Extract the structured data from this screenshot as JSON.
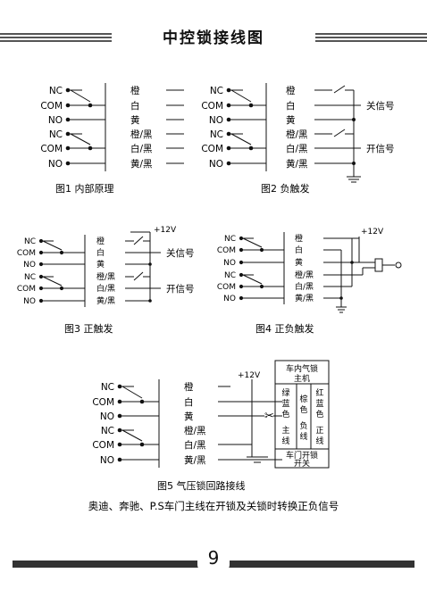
{
  "header": {
    "title": "中控锁接线图"
  },
  "pins": [
    "NC",
    "COM",
    "NO",
    "NC",
    "COM",
    "NO"
  ],
  "wires": [
    "橙",
    "白",
    "黄",
    "橙/黑",
    "白/黑",
    "黄/黑"
  ],
  "figures": {
    "fig1": "图1 内部原理",
    "fig2": "图2 负触发",
    "fig3": "图3 正触发",
    "fig4": "图4 正负触发",
    "fig5": "图5 气压锁回路接线"
  },
  "signals": {
    "lock": "关信号",
    "unlock": "开信号",
    "plus12": "+12V"
  },
  "fig5_box": {
    "top": [
      "车内气锁",
      "主机"
    ],
    "green": [
      "绿",
      "蓝",
      "色"
    ],
    "brown": [
      "棕",
      "色"
    ],
    "red": [
      "红",
      "蓝",
      "色"
    ],
    "main": [
      "主",
      "线"
    ],
    "neg": [
      "负",
      "线"
    ],
    "pos": [
      "正",
      "线"
    ],
    "bottom": [
      "车门开锁",
      "开关"
    ]
  },
  "note": "奥迪、奔驰、P.S车门主线在开锁及关锁时转换正负信号",
  "page_number": "9"
}
